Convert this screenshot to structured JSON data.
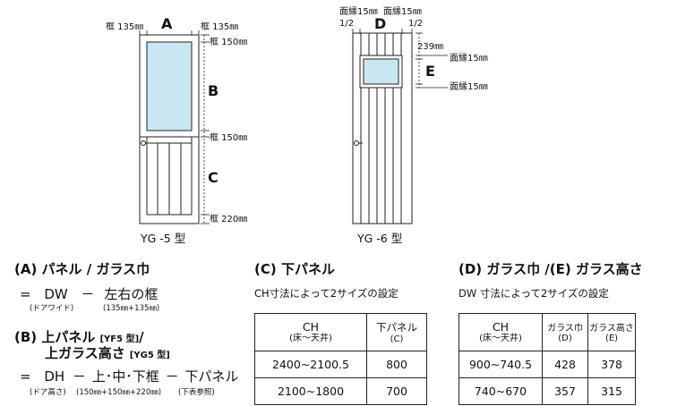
{
  "diagram": {
    "yg5": {
      "title": "YG -5 型",
      "sections": {
        "a": "A",
        "b": "B",
        "c": "C"
      },
      "dims": {
        "frame_left": "框 135㎜",
        "frame_right": "框 135㎜",
        "top_frame": "框 150㎜",
        "mid_frame": "框 150㎜",
        "bottom_frame": "框 220㎜"
      }
    },
    "yg6": {
      "title": "YG -6 型",
      "sections": {
        "d": "D",
        "e": "E"
      },
      "dims": {
        "edge_left": "面縁15㎜",
        "edge_right": "面縁15㎜",
        "half_left": "1/2",
        "half_right": "1/2",
        "top_offset": "239㎜",
        "edge_top": "面縁15㎜",
        "edge_bottom": "面縁15㎜"
      }
    }
  },
  "sectionA": {
    "heading": "(A) パネル / ガラス巾",
    "eq": "=",
    "term1": "DW",
    "minus": "－",
    "term2": "左右の框",
    "note1": "(ドアワイド)",
    "note2": "(135㎜+135㎜)"
  },
  "sectionB": {
    "heading_prefix": "(B) ",
    "heading1": "上パネル",
    "tag1": "[YF5 型]",
    "slash": "/",
    "heading2": "上ガラス高さ",
    "tag2": "[YG5 型]",
    "eq": "=",
    "term1": "DH",
    "minus1": "－",
    "term2": "上･中･下框",
    "minus2": "－",
    "term3": "下パネル",
    "note1": "(ドア高さ)",
    "note2": "(150㎜+150㎜+220㎜)",
    "note3": "(下表参照)"
  },
  "sectionC": {
    "heading": "(C) 下パネル",
    "sub": "CH寸法によって2サイズの設定",
    "table": {
      "h1": "CH",
      "h1b": "(床～天井)",
      "h2": "下パネル",
      "h2b": "(C)",
      "rows": [
        [
          "2400~2100.5",
          "800"
        ],
        [
          "2100~1800",
          "700"
        ]
      ]
    }
  },
  "sectionD": {
    "heading": "(D) ガラス巾 /(E) ガラス高さ",
    "sub": "DW 寸法によって2サイズの設定",
    "table": {
      "h1": "CH",
      "h1b": "(床～天井)",
      "h2": "ガラス巾",
      "h2b": "(D)",
      "h3": "ガラス高さ",
      "h3b": "(E)",
      "rows": [
        [
          "900~740.5",
          "428",
          "378"
        ],
        [
          "740~670",
          "357",
          "315"
        ]
      ]
    }
  },
  "colors": {
    "glass": "#c9e6f2",
    "line": "#222222"
  }
}
